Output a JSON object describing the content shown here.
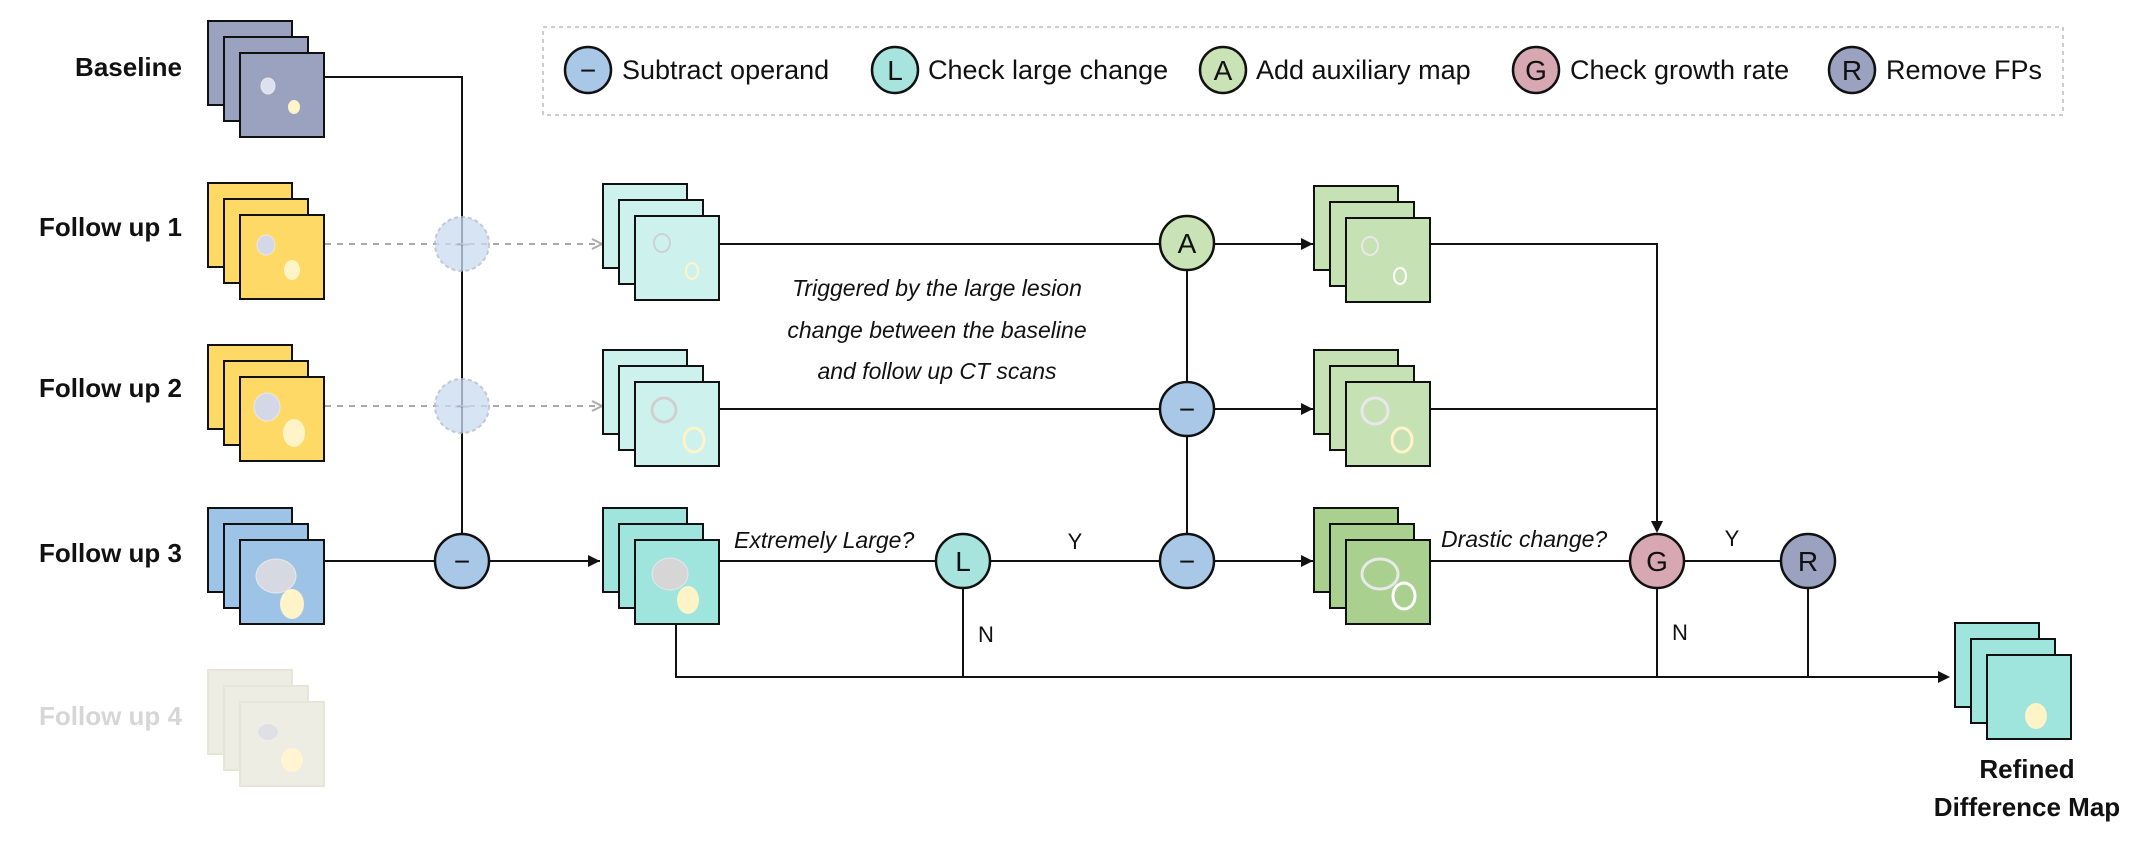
{
  "row_labels": {
    "baseline": "Baseline",
    "follow_up_1": "Follow up 1",
    "follow_up_2": "Follow up 2",
    "follow_up_3": "Follow up 3",
    "follow_up_4": "Follow up 4"
  },
  "legend": [
    {
      "symbol": "−",
      "label": "Subtract operand",
      "color": "#a9c8e8",
      "icon": "minus-icon"
    },
    {
      "symbol": "L",
      "label": "Check large change",
      "color": "#a8e4de",
      "icon": "letter-l-icon"
    },
    {
      "symbol": "A",
      "label": "Add auxiliary map",
      "color": "#c9e2b6",
      "icon": "letter-a-icon"
    },
    {
      "symbol": "G",
      "label": "Check growth rate",
      "color": "#d8a8b2",
      "icon": "letter-g-icon"
    },
    {
      "symbol": "R",
      "label": "Remove FPs",
      "color": "#9aa2bf",
      "icon": "letter-r-icon"
    }
  ],
  "nodes": {
    "subtract": "−",
    "large": "L",
    "add": "A",
    "growth": "G",
    "remove": "R"
  },
  "annotations": {
    "trigger_line1": "Triggered by the large lesion",
    "trigger_line2": "change between the baseline",
    "trigger_line3": "and follow up CT scans",
    "extremely_large": "Extremely Large?",
    "drastic_change": "Drastic change?",
    "yes": "Y",
    "no": "N"
  },
  "output_label": {
    "line1": "Refined",
    "line2": "Difference Map"
  },
  "colors": {
    "baseline": "#9aa2bf",
    "followup": "#ffd966",
    "followup3": "#9dc3e6",
    "faded": "#e6e6d8",
    "diff_light": "#cdf2ee",
    "diff_mid": "#9fe4dd",
    "aux_light": "#c6e1b4",
    "aux_mid": "#a9d08e",
    "output": "#9fe4dd",
    "subtract": "#a9c8e8",
    "large": "#a8e4de",
    "add": "#c9e2b6",
    "growth": "#d8a8b2",
    "remove": "#9aa2bf"
  }
}
